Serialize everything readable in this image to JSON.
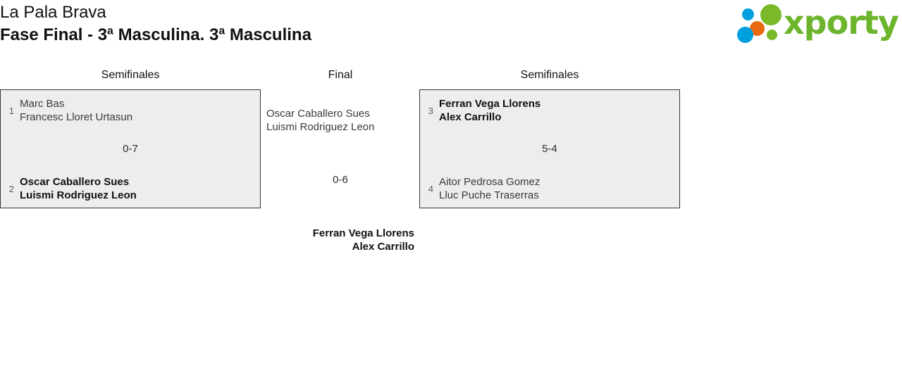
{
  "header": {
    "title": "La Pala Brava",
    "subtitle": "Fase Final - 3ª Masculina. 3ª Masculina"
  },
  "logo": {
    "wordmark": "xporty",
    "colors": {
      "green": "#7ab929",
      "wordmark_green": "#6cb52d",
      "blue": "#00a0df",
      "orange": "#e8690f"
    }
  },
  "bracket": {
    "rounds": [
      {
        "key": "left",
        "label": "Semifinales"
      },
      {
        "key": "final",
        "label": "Final"
      },
      {
        "key": "right",
        "label": "Semifinales"
      }
    ],
    "matches": {
      "semifinal_left": {
        "round": "Semifinales",
        "score": "0-7",
        "teams": [
          {
            "seed": "1",
            "players": [
              "Marc Bas",
              "Francesc Lloret Urtasun"
            ],
            "result": "loser"
          },
          {
            "seed": "2",
            "players": [
              "Oscar Caballero Sues",
              "Luismi Rodriguez Leon"
            ],
            "result": "winner"
          }
        ]
      },
      "semifinal_right": {
        "round": "Semifinales",
        "score": "5-4",
        "teams": [
          {
            "seed": "3",
            "players": [
              "Ferran Vega Llorens",
              "Alex Carrillo"
            ],
            "result": "winner"
          },
          {
            "seed": "4",
            "players": [
              "Aitor Pedrosa Gomez",
              "Lluc Puche Traserras"
            ],
            "result": "loser"
          }
        ]
      },
      "final": {
        "round": "Final",
        "score": "0-6",
        "teams": [
          {
            "seed": "",
            "players": [
              "Oscar Caballero Sues",
              "Luismi Rodriguez Leon"
            ],
            "result": "loser"
          },
          {
            "seed": "",
            "players": [
              "Ferran Vega Llorens",
              "Alex Carrillo"
            ],
            "result": "winner"
          }
        ]
      }
    }
  }
}
